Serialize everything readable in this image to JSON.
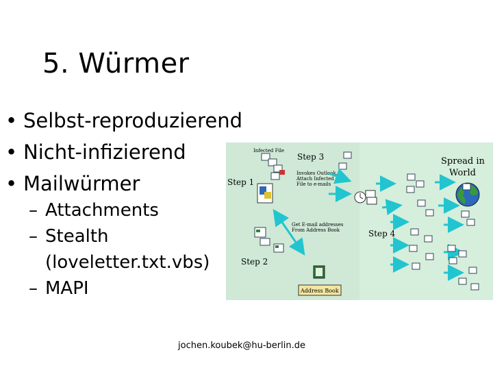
{
  "slide": {
    "title": "5. Würmer",
    "bullets": [
      {
        "marker": "•",
        "text": "Selbst-reproduzierend"
      },
      {
        "marker": "•",
        "text": "Nicht-infizierend"
      },
      {
        "marker": "•",
        "text": "Mailwürmer"
      }
    ],
    "sub_bullets": [
      {
        "marker": "–",
        "text": "Attachments"
      },
      {
        "marker": "–",
        "text": "Stealth",
        "continuation": "(loveletter.txt.vbs)"
      },
      {
        "marker": "–",
        "text": "MAPI"
      }
    ],
    "footer": "jochen.koubek@hu-berlin.de"
  },
  "diagram": {
    "background": "#cfe9d6",
    "arrow_color": "#22c5cf",
    "infected_file_label": "Infected File",
    "step1": "Step 1",
    "step2": "Step 2",
    "step3": "Step 3",
    "step4": "Step 4",
    "step3_desc_1": "Invokes Outlook,",
    "step3_desc_2": "Attach Infected",
    "step3_desc_3": "File to e-mails",
    "step2_desc_1": "Get E-mail addresses",
    "step2_desc_2": "From Address Book",
    "spread_1": "Spread in",
    "spread_2": "World",
    "address_book": "Address Book"
  }
}
